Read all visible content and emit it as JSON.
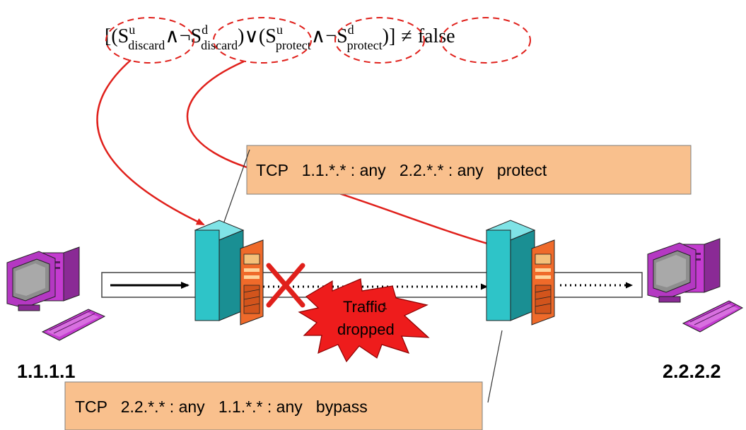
{
  "formula": {
    "open": "[(",
    "t1_base": "S",
    "t1_sup": "u",
    "t1_sub": "discard",
    "and1": "∧¬",
    "t2_base": "S",
    "t2_sup": "d",
    "t2_sub": "discard",
    "or": ")∨(",
    "t3_base": "S",
    "t3_sup": "u",
    "t3_sub": "protect",
    "and2": "∧¬",
    "t4_base": "S",
    "t4_sup": "d",
    "t4_sub": "protect",
    "close": ")]",
    "neq": "≠",
    "rhs": "false"
  },
  "rules": {
    "top": "TCP   1.1.*.* : any   2.2.*.* : any   protect",
    "bottom": "TCP   2.2.*.* : any   1.1.*.* : any   bypass"
  },
  "hosts": {
    "left_ip": "1.1.1.1",
    "right_ip": "2.2.2.2"
  },
  "burst": {
    "line1": "Traffic",
    "line2": "dropped",
    "overlap": "1"
  },
  "colors": {
    "box_fill": "#f9c08d",
    "arrow_red": "#e0201b",
    "ellipse_red": "#e0201b",
    "burst_red": "#ee1c1c",
    "firewall_cyan": "#2ec4c8",
    "firewall_orange": "#ef6a2a",
    "computer_magenta": "#c43bd0"
  }
}
